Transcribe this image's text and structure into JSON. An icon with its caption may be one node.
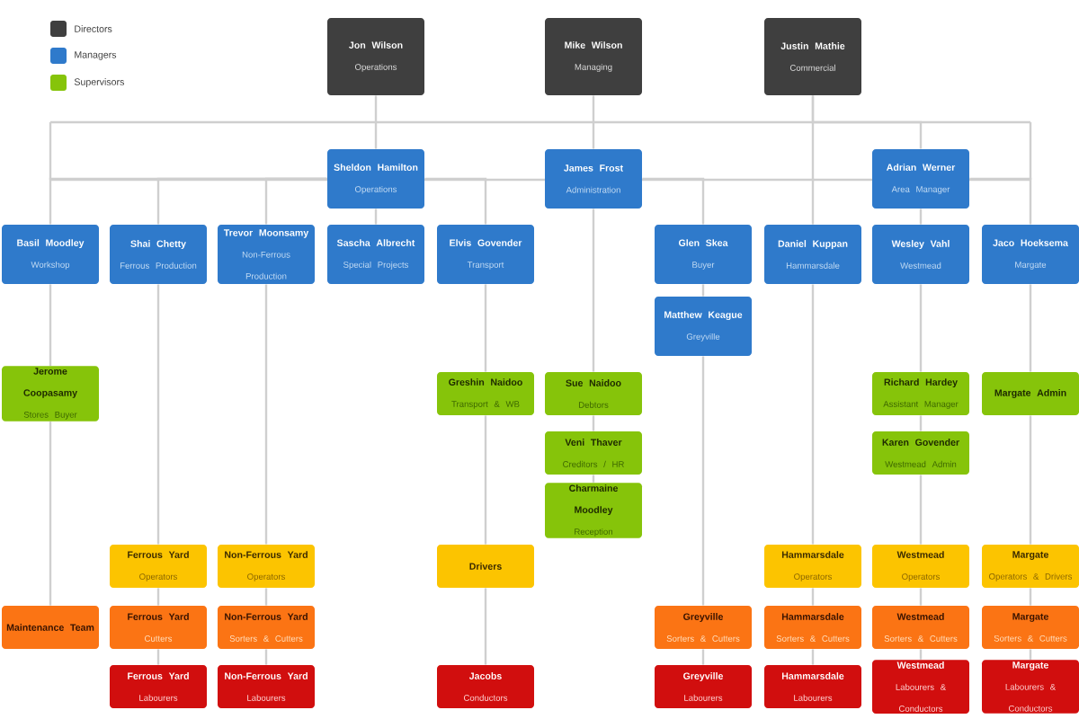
{
  "diagram": {
    "nodes": [
      {
        "text": [
          "Jon Wilson",
          "Operations"
        ]
      },
      {
        "text": [
          "Mike Wilson",
          "Managing"
        ]
      },
      {
        "text": [
          "Justin Mathie",
          "Commercial"
        ]
      },
      {
        "text": [
          "Sheldon Hamilton",
          "Operations"
        ]
      },
      {
        "text": [
          "James Frost",
          "Administration"
        ]
      },
      {
        "text": [
          "Adrian Werner",
          "Area Manager"
        ]
      },
      {
        "text": [
          "Basil Moodley",
          "Workshop"
        ]
      },
      {
        "text": [
          "Shai Chetty",
          "Ferrous Production"
        ]
      },
      {
        "text": [
          "Trevor Moonsamy",
          "Non-Ferrous Production"
        ]
      },
      {
        "text": [
          "Sascha Albrecht",
          "Special Projects"
        ]
      },
      {
        "text": [
          "Elvis Govender",
          "Transport"
        ]
      },
      {
        "text": [
          "Glen Skea",
          "Buyer"
        ]
      },
      {
        "text": [
          "Daniel Kuppan",
          "Hammarsdale"
        ]
      },
      {
        "text": [
          "Wesley Vahl",
          "Westmead"
        ]
      },
      {
        "text": [
          "Jaco Hoeksema",
          "Margate"
        ]
      },
      {
        "text": [
          "Matthew Keague",
          "Greyville"
        ]
      },
      {
        "text": [
          "Jerome Coopasamy",
          "Stores Buyer"
        ]
      },
      {
        "text": [
          "Greshin Naidoo",
          "Transport & WB"
        ]
      },
      {
        "text": [
          "Sue Naidoo",
          "Debtors"
        ]
      },
      {
        "text": [
          "Richard Hardey",
          "Assistant Manager"
        ]
      },
      {
        "text": [
          "Margate Admin"
        ]
      },
      {
        "text": [
          "Veni Thaver",
          "Creditors / HR"
        ]
      },
      {
        "text": [
          "Karen Govender",
          "Westmead Admin"
        ]
      },
      {
        "text": [
          "Charmaine Moodley",
          "Reception"
        ]
      },
      {
        "text": [
          "Ferrous Yard",
          "Operators"
        ]
      },
      {
        "text": [
          "Non-Ferrous Yard",
          "Operators"
        ]
      },
      {
        "text": [
          "Drivers"
        ]
      },
      {
        "text": [
          "Hammarsdale",
          "Operators"
        ]
      },
      {
        "text": [
          "Westmead",
          "Operators"
        ]
      },
      {
        "text": [
          "Margate",
          "Operators & Drivers"
        ]
      },
      {
        "text": [
          "Maintenance Team"
        ]
      },
      {
        "text": [
          "Ferrous Yard",
          "Cutters"
        ]
      },
      {
        "text": [
          "Non-Ferrous Yard",
          "Sorters & Cutters"
        ]
      },
      {
        "text": [
          "Greyville",
          "Sorters & Cutters"
        ]
      },
      {
        "text": [
          "Hammarsdale",
          "Sorters & Cutters"
        ]
      },
      {
        "text": [
          "Westmead",
          "Sorters & Cutters"
        ]
      },
      {
        "text": [
          "Margate",
          "Sorters & Cutters"
        ]
      },
      {
        "text": [
          "Ferrous Yard",
          "Labourers"
        ]
      },
      {
        "text": [
          "Non-Ferrous Yard",
          "Labourers"
        ]
      },
      {
        "text": [
          "Jacobs",
          "Conductors"
        ]
      },
      {
        "text": [
          "Greyville",
          "Labourers"
        ]
      },
      {
        "text": [
          "Hammarsdale",
          "Labourers"
        ]
      },
      {
        "text": [
          "Westmead",
          "Labourers & Conductors"
        ]
      },
      {
        "text": [
          "Margate",
          "Labourers & Conductors"
        ]
      }
    ],
    "edges": [
      {
        "from": 0,
        "to": 3,
        "arrow": "none"
      },
      {
        "from": 1,
        "to": 4,
        "arrow": "none"
      },
      {
        "from": 2,
        "to": 12,
        "arrow": "none"
      },
      {
        "from": 2,
        "to": 5,
        "arrow": "none"
      },
      {
        "from": 3,
        "to": 6,
        "arrow": "none"
      },
      {
        "from": 3,
        "to": 7,
        "arrow": "none"
      },
      {
        "from": 3,
        "to": 8,
        "arrow": "none"
      },
      {
        "from": 3,
        "to": 9,
        "arrow": "none"
      },
      {
        "from": 3,
        "to": 10,
        "arrow": "none"
      },
      {
        "from": 4,
        "to": 11,
        "arrow": "none"
      },
      {
        "from": 5,
        "to": 13,
        "arrow": "none"
      },
      {
        "from": 5,
        "to": 14,
        "arrow": "none"
      },
      {
        "from": 11,
        "to": 15,
        "arrow": "none"
      },
      {
        "from": 6,
        "to": 16,
        "arrow": "none"
      },
      {
        "from": 10,
        "to": 17,
        "arrow": "none"
      },
      {
        "from": 4,
        "to": 18,
        "arrow": "none"
      },
      {
        "from": 13,
        "to": 19,
        "arrow": "none"
      },
      {
        "from": 14,
        "to": 20,
        "arrow": "none"
      },
      {
        "from": 18,
        "to": 21,
        "arrow": "none"
      },
      {
        "from": 19,
        "to": 22,
        "arrow": "none"
      },
      {
        "from": 21,
        "to": 23,
        "arrow": "none"
      },
      {
        "from": 7,
        "to": 24,
        "arrow": "none"
      },
      {
        "from": 8,
        "to": 25,
        "arrow": "none"
      },
      {
        "from": 17,
        "to": 26,
        "arrow": "none"
      },
      {
        "from": 12,
        "to": 27,
        "arrow": "none"
      },
      {
        "from": 22,
        "to": 28,
        "arrow": "none"
      },
      {
        "from": 20,
        "to": 29,
        "arrow": "none"
      },
      {
        "from": 16,
        "to": 30,
        "arrow": "none"
      },
      {
        "from": 24,
        "to": 31,
        "arrow": "none"
      },
      {
        "from": 25,
        "to": 32,
        "arrow": "none"
      },
      {
        "from": 15,
        "to": 33,
        "arrow": "none"
      },
      {
        "from": 27,
        "to": 34,
        "arrow": "none"
      },
      {
        "from": 28,
        "to": 35,
        "arrow": "none"
      },
      {
        "from": 29,
        "to": 36,
        "arrow": "none"
      },
      {
        "from": 31,
        "to": 37,
        "arrow": "none"
      },
      {
        "from": 32,
        "to": 38,
        "arrow": "none"
      },
      {
        "from": 26,
        "to": 39,
        "arrow": "none"
      },
      {
        "from": 33,
        "to": 40,
        "arrow": "none"
      },
      {
        "from": 34,
        "to": 41,
        "arrow": "none"
      },
      {
        "from": 35,
        "to": 42,
        "arrow": "none"
      },
      {
        "from": 36,
        "to": 43,
        "arrow": "none"
      }
    ],
    "legend": [
      {
        "text": "Directors",
        "color": "#3f3f3f"
      },
      {
        "text": "Managers",
        "color": "#2f7acb"
      },
      {
        "text": "Supervisors",
        "color": "#86c40a"
      }
    ]
  }
}
